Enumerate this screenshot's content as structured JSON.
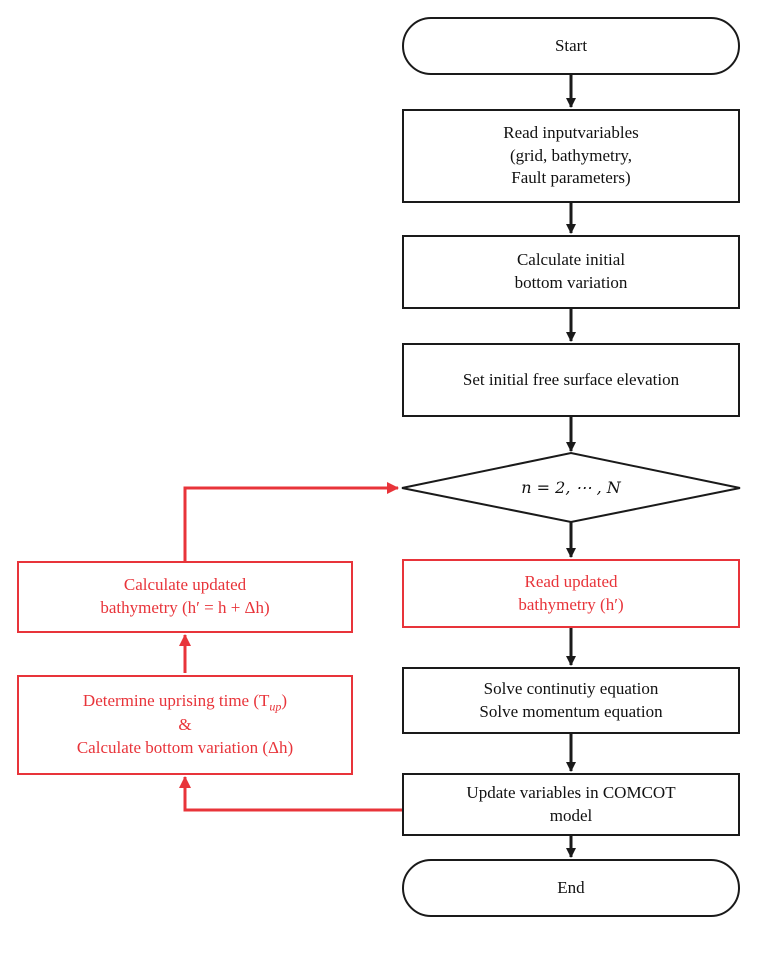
{
  "nodes": {
    "start": "Start",
    "read_input": [
      "Read inputvariables",
      "(grid, bathymetry,",
      "Fault parameters)"
    ],
    "calc_initial": [
      "Calculate initial",
      "bottom variation"
    ],
    "set_initial": "Set initial free surface elevation",
    "loop_condition": "n = 2, ⋯ , N",
    "read_updated": [
      "Read updated",
      "bathymetry (h′)"
    ],
    "solve": [
      "Solve continutiy equation",
      "Solve momentum equation"
    ],
    "update_vars": [
      "Update variables in COMCOT",
      "model"
    ],
    "end": "End",
    "calc_updated": [
      "Calculate updated",
      "bathymetry (h′ = h + Δh)"
    ],
    "determine": [
      "Determine uprising time (T",
      "up",
      ")",
      "&",
      "Calculate bottom variation (Δh)"
    ]
  },
  "colors": {
    "main": "#1a1a1a",
    "highlight": "#e8343a"
  }
}
